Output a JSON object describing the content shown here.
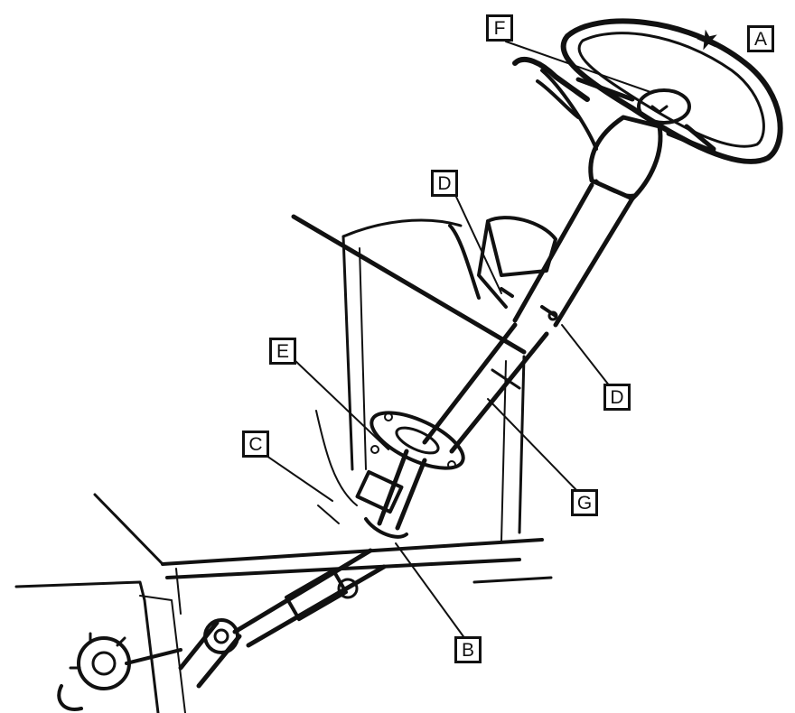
{
  "figure": {
    "view_marker_symbol": "★",
    "colors": {
      "ink": "#111111",
      "paper": "#ffffff"
    }
  },
  "labels": {
    "A": "A",
    "B": "B",
    "C": "C",
    "D_upper": "D",
    "D_lower": "D",
    "E": "E",
    "F": "F",
    "G": "G"
  }
}
